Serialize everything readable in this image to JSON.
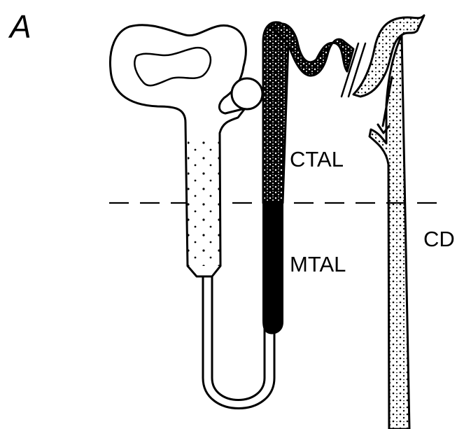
{
  "panel_label": "A",
  "labels": {
    "ctal": "CTAL",
    "mtal": "MTAL",
    "cd": "CD"
  },
  "colors": {
    "ink": "#000000",
    "paper": "#ffffff"
  },
  "icons": {
    "nephron": "nephron-illustration",
    "collecting_duct": "collecting-duct-illustration",
    "boundary": "cortex-medulla-boundary-line"
  }
}
